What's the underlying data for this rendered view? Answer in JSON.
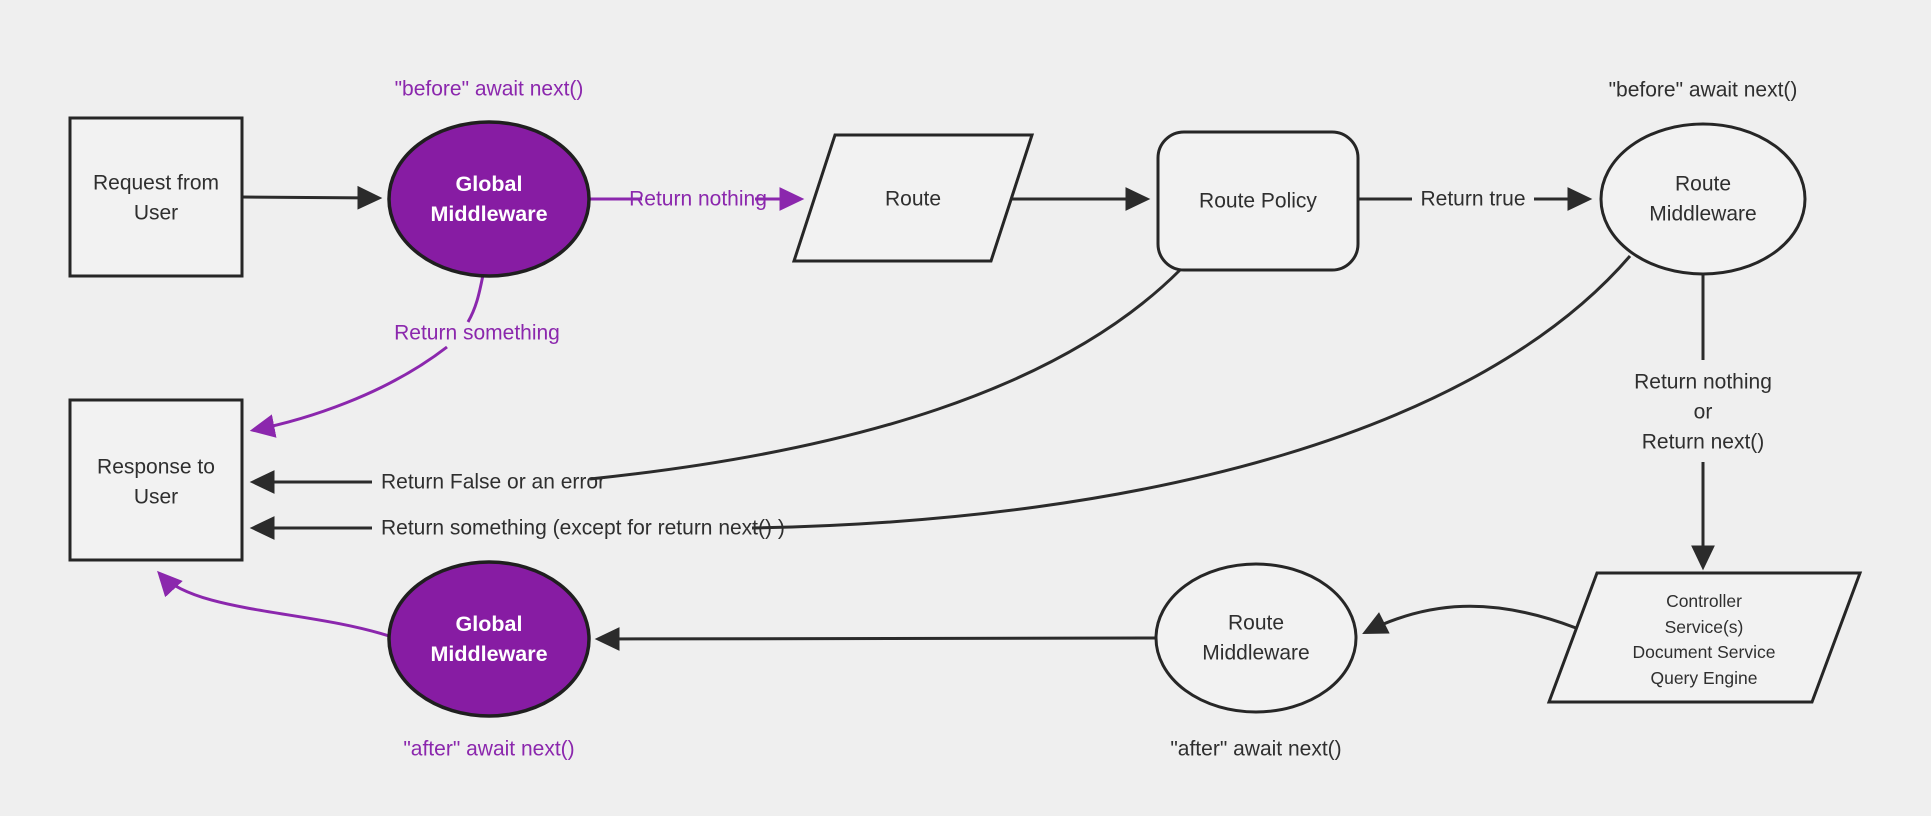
{
  "diagram": {
    "title_hint": "request-response middleware flowchart",
    "background": "#efefef",
    "colors": {
      "shape_fill": "#f2f2f2",
      "purple_fill": "#871ca3",
      "purple_label": "#8b27ad",
      "stroke_dark": "#2b2b2b",
      "text_dark": "#2f2f2f",
      "text_white": "#ffffff"
    },
    "nodes": {
      "request": {
        "shape": "rectangle",
        "lines": [
          "Request from",
          "User"
        ]
      },
      "global_mw_top": {
        "shape": "ellipse",
        "variant": "purple",
        "lines": [
          "Global",
          "Middleware"
        ]
      },
      "route": {
        "shape": "parallelogram",
        "lines": [
          "Route"
        ]
      },
      "route_policy": {
        "shape": "rounded-rectangle",
        "lines": [
          "Route Policy"
        ]
      },
      "route_mw_top": {
        "shape": "ellipse",
        "lines": [
          "Route",
          "Middleware"
        ]
      },
      "controller": {
        "shape": "parallelogram",
        "lines": [
          "Controller",
          "Service(s)",
          "Document Service",
          "Query Engine"
        ]
      },
      "route_mw_bottom": {
        "shape": "ellipse",
        "lines": [
          "Route",
          "Middleware"
        ]
      },
      "global_mw_bottom": {
        "shape": "ellipse",
        "variant": "purple",
        "lines": [
          "Global",
          "Middleware"
        ]
      },
      "response": {
        "shape": "rectangle",
        "lines": [
          "Response to",
          "User"
        ]
      }
    },
    "labels": {
      "before_global": "\"before\" await next()",
      "return_nothing": "Return nothing",
      "return_true": "Return true",
      "before_route": "\"before\" await next()",
      "return_nothing_or": {
        "lines": [
          "Return nothing",
          "or",
          "Return next()"
        ]
      },
      "return_something": "Return something",
      "return_false_error": "Return False or an error",
      "return_something_except": "Return something (except for return next() )",
      "after_global": "\"after\" await next()",
      "after_route": "\"after\" await next()"
    }
  }
}
